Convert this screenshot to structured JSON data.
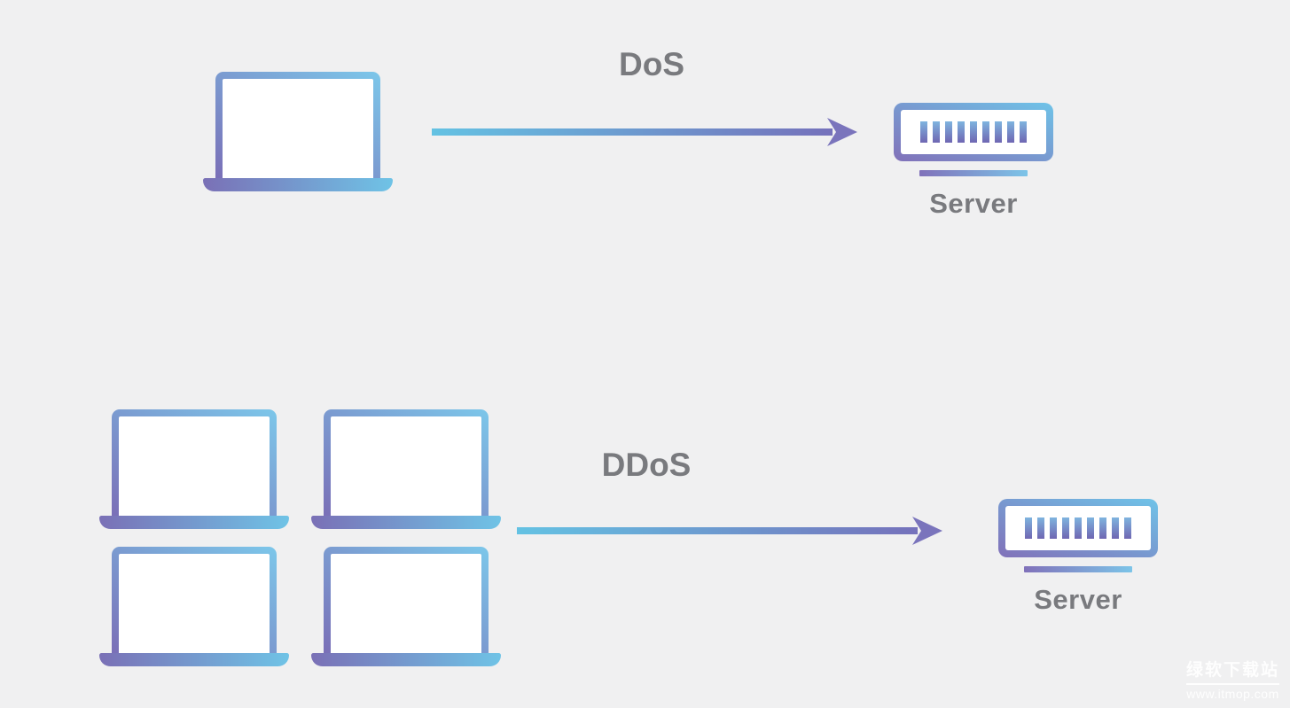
{
  "page": {
    "background": "#f0f0f1",
    "title": "DoS vs DDoS attack diagram"
  },
  "colors": {
    "page_bg": "#f0f0f1",
    "gradient_purple": "#7A6FB7",
    "gradient_blue": "#7CC7EA",
    "arrow_blue": "#64C2E3",
    "arrow_purple": "#7571BB",
    "arrowhead_purple": "#7A74BC",
    "label_gray": "#797A7E",
    "watermark_white": "#FBFBFB"
  },
  "dos_section": {
    "label": "DoS",
    "attacker_icon": "laptop-icon",
    "attacker_count": 1,
    "arrow_icon": "arrow-right-icon",
    "server_icon": "server-icon",
    "server_label": "Server",
    "server_vent_count": 9
  },
  "ddos_section": {
    "label": "DDoS",
    "attacker_icon": "laptop-icon",
    "attacker_count": 4,
    "arrow_icon": "arrow-right-icon",
    "server_icon": "server-icon",
    "server_label": "Server",
    "server_vent_count": 9
  },
  "watermark": {
    "site_name": "绿软下载站",
    "site_url": "www.itmop.com"
  }
}
